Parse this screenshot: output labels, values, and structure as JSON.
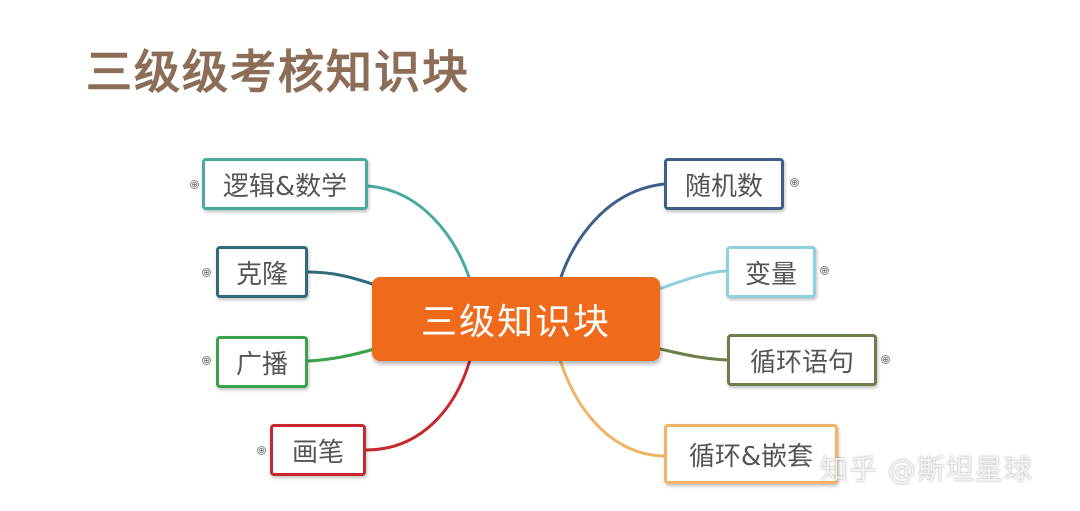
{
  "title": "三级级考核知识块",
  "center": {
    "label": "三级知识块",
    "color": "#f06a1b"
  },
  "left_nodes": [
    {
      "label": "逻辑&数学",
      "color": "#4aaaa0"
    },
    {
      "label": "克隆",
      "color": "#2f6b7a"
    },
    {
      "label": "广播",
      "color": "#3aa34a"
    },
    {
      "label": "画笔",
      "color": "#c8282d"
    }
  ],
  "right_nodes": [
    {
      "label": "随机数",
      "color": "#3e5f8a"
    },
    {
      "label": "变量",
      "color": "#8ed1dc"
    },
    {
      "label": "循环语句",
      "color": "#6f7d4a"
    },
    {
      "label": "循环&嵌套",
      "color": "#f0b467"
    }
  ],
  "expand_icon": "⊕",
  "watermark": "知乎 @斯坦星球"
}
